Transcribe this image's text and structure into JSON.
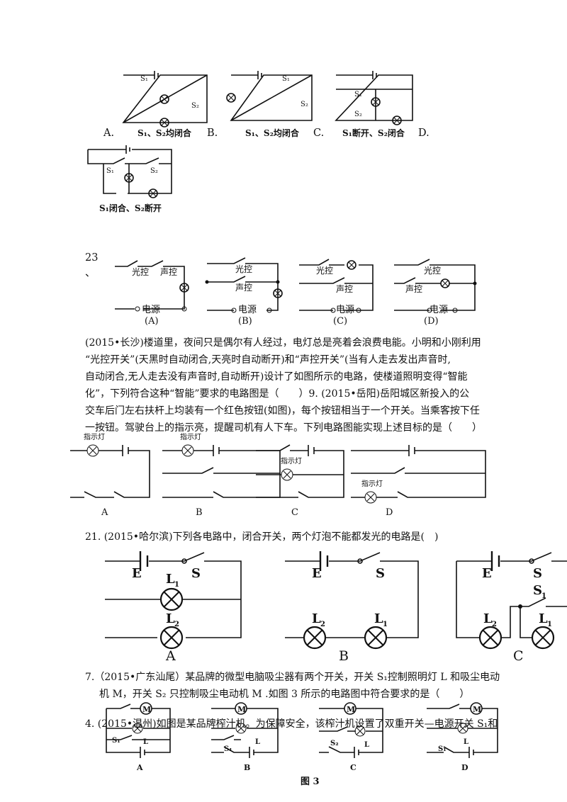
{
  "fig1": {
    "A": {
      "letter": "A.",
      "caption": "S₁、S₂均闭合",
      "s1": "S₁",
      "s2": "S₂"
    },
    "B": {
      "letter": "B.",
      "caption": "S₁、S₂均闭合",
      "s1": "S₁",
      "s2": "S₂"
    },
    "C": {
      "letter": "C.",
      "caption": "S₁断开、S₂闭合",
      "s1": "S₁",
      "s2": "S₂"
    },
    "D": {
      "letter": "D.",
      "caption": "S₁闭合、S₂断开",
      "s1": "S₁",
      "s2": "S₂"
    }
  },
  "q23": {
    "number": "23",
    "mark": "、",
    "light_ctrl": "光控",
    "sound_ctrl": "声控",
    "power": "电源",
    "labels": [
      "(A)",
      "(B)",
      "(C)",
      "(D)"
    ],
    "paragraph": [
      "(2015•长沙)楼道里，夜间只是偶尔有人经过，电灯总是亮着会浪费电能。小明和小刚利用",
      "“光控开关”(天黑时自动闭合,天亮时自动断开)和“声控开关”(当有人走去发出声音时,",
      "自动闭合,无人走去没有声音时,自动断开)设计了如图所示的电路，使楼道照明变得“智能",
      "化”，下列符合这种“智能”要求的电路图是（　　）9. (2015•岳阳)岳阳城区新投入的公",
      "交车后门左右扶杆上均装有一个红色按钮(如图)，每个按钮相当于一个开关。当乘客按下任",
      "一按钮。驾驶台上的指示亮，提醒司机有人下车。下列电路图能实现上述目标的是（　　）"
    ]
  },
  "q9": {
    "lamp_label": "指示灯",
    "labels": [
      "A",
      "B",
      "C",
      "D"
    ]
  },
  "q21": {
    "text": "21. (2015•哈尔滨)下列各电路中，闭合开关，两个灯泡不能都发光的电路是(　)",
    "E": "E",
    "S": "S",
    "L1": "L",
    "L2": "L",
    "sub1": "1",
    "sub2": "2",
    "S1": "S",
    "labels": [
      "A",
      "B",
      "C"
    ]
  },
  "q7": {
    "line1": "7.（2015•广东汕尾）某品牌的微型电脑吸尘器有两个开关，开关 S₁控制照明灯 L 和吸尘电动",
    "line2": "机 M，开关 S₂ 只控制吸尘电动机 M .如图 3 所示的电路图中符合要求的是（　　）",
    "overlap": "4. (2015•温州)如图是某品牌榨汁机。为保障安全，该榨汁机设置了双重开关—电源开关 S₁和",
    "motor": "M",
    "lamp": "L",
    "s1": "S₁",
    "s2": "S₂",
    "labels": [
      "A",
      "B",
      "C",
      "D"
    ],
    "figure_caption": "图 3"
  }
}
